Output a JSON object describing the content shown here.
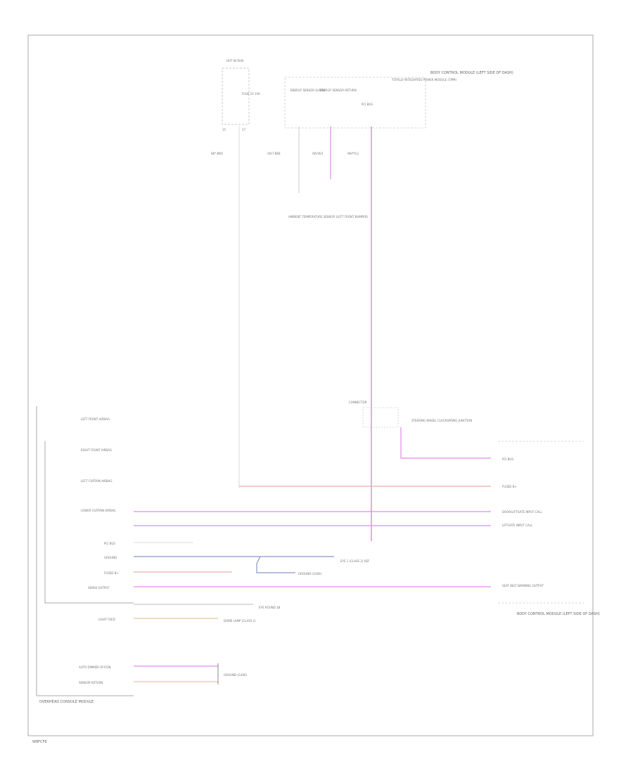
{
  "page_code": "W8FCF6",
  "top_module": {
    "hot_label": "HOT IN RUN",
    "fuse_label": "FUSE 10 10A",
    "pins": [
      "15",
      "17"
    ],
    "box_labels": [
      "TOTALLY INTEGRATED POWER MODULE (TIPM)"
    ],
    "internal": [
      "ENERGY SENSOR SUPPLY",
      "ENERGY SENSOR RETURN",
      "PCI BUS"
    ],
    "wire_labels": [
      "BK*-BKO",
      "VI/LT BK8",
      "OR/VE4",
      "WH*YL1"
    ],
    "sensor_label": "AMBIENT TEMPERATURE SENSOR (LEFT FRONT BUMPER)"
  },
  "connector": {
    "title": "CONNECTOR",
    "desc": "STEERING WHEEL CLOCKSPRING JUNCTION"
  },
  "left_module": {
    "title": "OVERHEAD CONSOLE MODULE",
    "entries": [
      "LEFT FRONT AIRBAG",
      "RIGHT FRONT AIRBAG",
      "LEFT CURTAIN AIRBAG",
      "LOWER CURTAIN AIRBAG"
    ],
    "signals": [
      "PCI BUS",
      "GROUND",
      "FUSED B+",
      "SENSE OUTPUT",
      "LIGHT FEED",
      "AUTO DIMMER OFF/ON",
      "SENSOR RETURN"
    ]
  },
  "right_module": {
    "title": "BODY CONTROL MODULE (LEFT SIDE OF DASH)",
    "outputs": [
      "PCI BUS",
      "FUSED B+",
      "DOOR/LIFTGATE INPUT CALL",
      "LIFTGATE INPUT CALL",
      "SEAT BELT WARNING OUTPUT"
    ]
  },
  "destinations": [
    "EYE 1 (CLASS 2) REF",
    "GROUND (G300)",
    "EYE ROUND 1B",
    "DOME LAMP (CLASS 2)",
    "GROUND (G300)"
  ],
  "colors": {
    "ign_wire": "#d9d9d9",
    "bus_wire": "#e38ae8",
    "power_wire": "#e8b0a8",
    "ground_wire": "#8a96c8",
    "feed_wire": "#e8c8a0",
    "frame": "#aaaaaa"
  }
}
